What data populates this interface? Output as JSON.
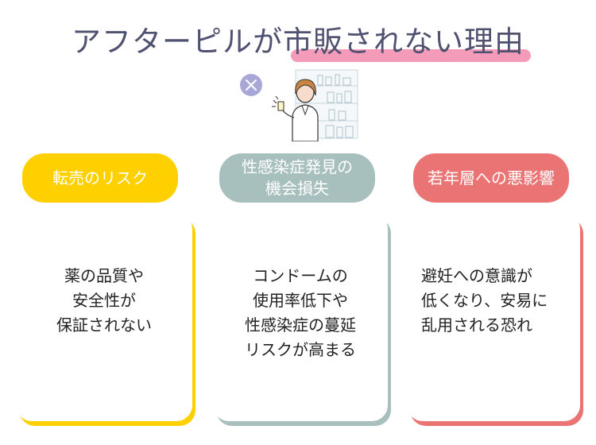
{
  "title": "アフターピルが市販されない理由",
  "illustration": {
    "description_icon": "close-icon",
    "figure_icon": "pharmacist-icon"
  },
  "colors": {
    "title": "#4f5170",
    "highlight": "#f39bb8",
    "yellow": "#ffd000",
    "teal": "#a7bfbd",
    "red": "#ea7373",
    "bubble": "#a8a7d8"
  },
  "columns": [
    {
      "label": "転売のリスク",
      "body": [
        "薬の品質や",
        "安全性が",
        "保証されない"
      ]
    },
    {
      "label": "性感染症発見の\n機会損失",
      "body": [
        "コンドームの",
        "使用率低下や",
        "性感染症の蔓延",
        "リスクが高まる"
      ]
    },
    {
      "label": "若年層への悪影響",
      "body": [
        "避妊への意識が",
        "低くなり、安易に",
        "乱用される恐れ"
      ]
    }
  ]
}
